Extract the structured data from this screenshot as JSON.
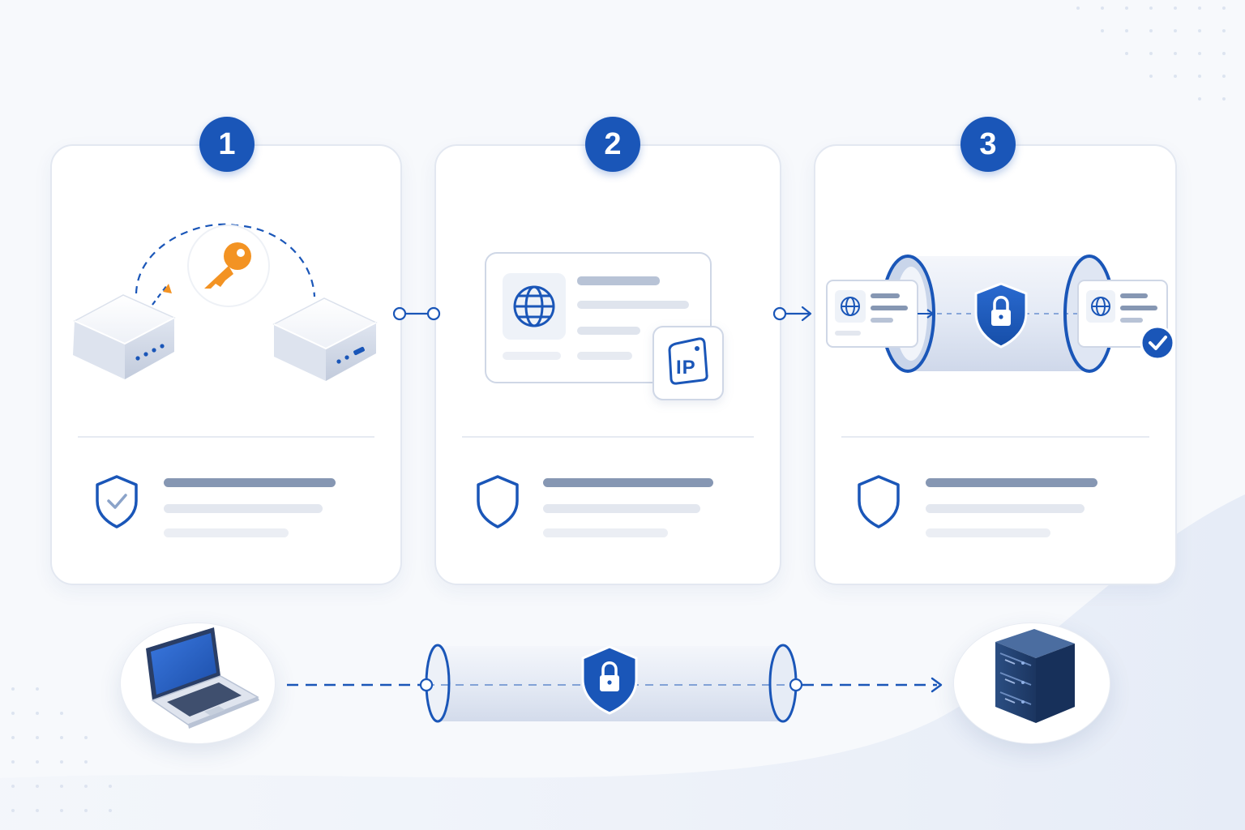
{
  "steps": [
    {
      "number": "1"
    },
    {
      "number": "2"
    },
    {
      "number": "3"
    }
  ],
  "ip_badge": {
    "text": "IP"
  },
  "icons": [
    "key-icon",
    "router-icon",
    "globe-icon",
    "ip-tag-icon",
    "shield-icon",
    "shield-check-icon",
    "lock-icon",
    "check-icon",
    "laptop-icon",
    "server-icon",
    "tunnel-icon"
  ],
  "colors": {
    "primary": "#1a56b8",
    "accent_orange": "#f39323",
    "card_border": "#e3e8f1",
    "text_line_dark": "#8697b3",
    "text_line_light": "#e3e7ef"
  }
}
